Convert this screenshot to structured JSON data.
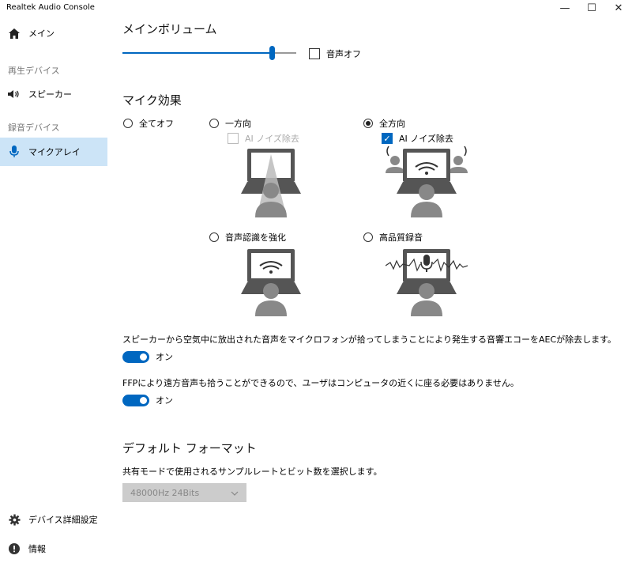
{
  "window": {
    "title": "Realtek Audio Console",
    "minimize": "—",
    "maximize": "☐",
    "close": "✕"
  },
  "sidebar": {
    "main_label": "メイン",
    "playback_header": "再生デバイス",
    "speaker_label": "スピーカー",
    "recording_header": "録音デバイス",
    "mic_label": "マイクアレイ",
    "device_settings_label": "デバイス詳細設定",
    "info_label": "情報"
  },
  "volume": {
    "title": "メインボリューム",
    "level": 0.86,
    "mute_label": "音声オフ",
    "muted": false
  },
  "mic_effects": {
    "title": "マイク効果",
    "options": {
      "all_off": "全てオフ",
      "directional": "一方向",
      "directional_ai": "AI ノイズ除去",
      "omni": "全方向",
      "omni_ai": "AI ノイズ除去",
      "speech": "音声認識を強化",
      "hq": "高品質録音"
    },
    "selected": "omni"
  },
  "aec": {
    "text": "スピーカーから空気中に放出された音声をマイクロフォンが拾ってしまうことにより発生する音響エコーをAECが除去します。",
    "toggle_label": "オン"
  },
  "ffp": {
    "text": "FFPにより遠方音声も拾うことができるので、ユーザはコンピュータの近くに座る必要はありません。",
    "toggle_label": "オン"
  },
  "format": {
    "title": "デフォルト フォーマット",
    "description": "共有モードで使用されるサンプルレートとビット数を選択します。",
    "selected": "48000Hz 24Bits"
  },
  "colors": {
    "accent": "#0067c0",
    "active_bg": "#cce4f7"
  }
}
